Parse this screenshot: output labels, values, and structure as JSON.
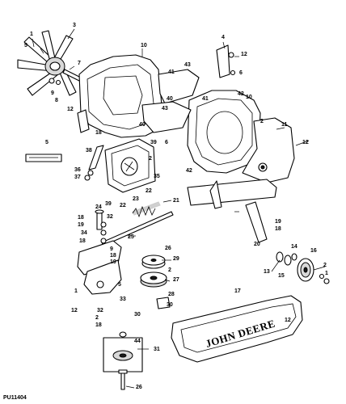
{
  "diagram_code": "PU11404",
  "decal_text": "JOHN DEERE",
  "callouts": {
    "c1": "1",
    "c2": "2",
    "c3": "3",
    "c4": "4",
    "c5": "5",
    "c6": "6",
    "c7": "7",
    "c8": "8",
    "c9": "9",
    "c10": "10",
    "c11": "11",
    "c12": "12",
    "c13": "13",
    "c14": "14",
    "c15": "15",
    "c16": "16",
    "c17": "17",
    "c18": "18",
    "c19": "19",
    "c20": "20",
    "c21": "21",
    "c22": "22",
    "c23": "23",
    "c24": "24",
    "c25": "25",
    "c26": "26",
    "c27": "27",
    "c28": "28",
    "c29": "29",
    "c30": "30",
    "c31": "31",
    "c32": "32",
    "c33": "33",
    "c34": "34",
    "c35": "35",
    "c36": "36",
    "c37": "37",
    "c38": "38",
    "c39": "39",
    "c40": "40",
    "c41": "41",
    "c42": "42",
    "c43": "43",
    "c44": "44"
  }
}
